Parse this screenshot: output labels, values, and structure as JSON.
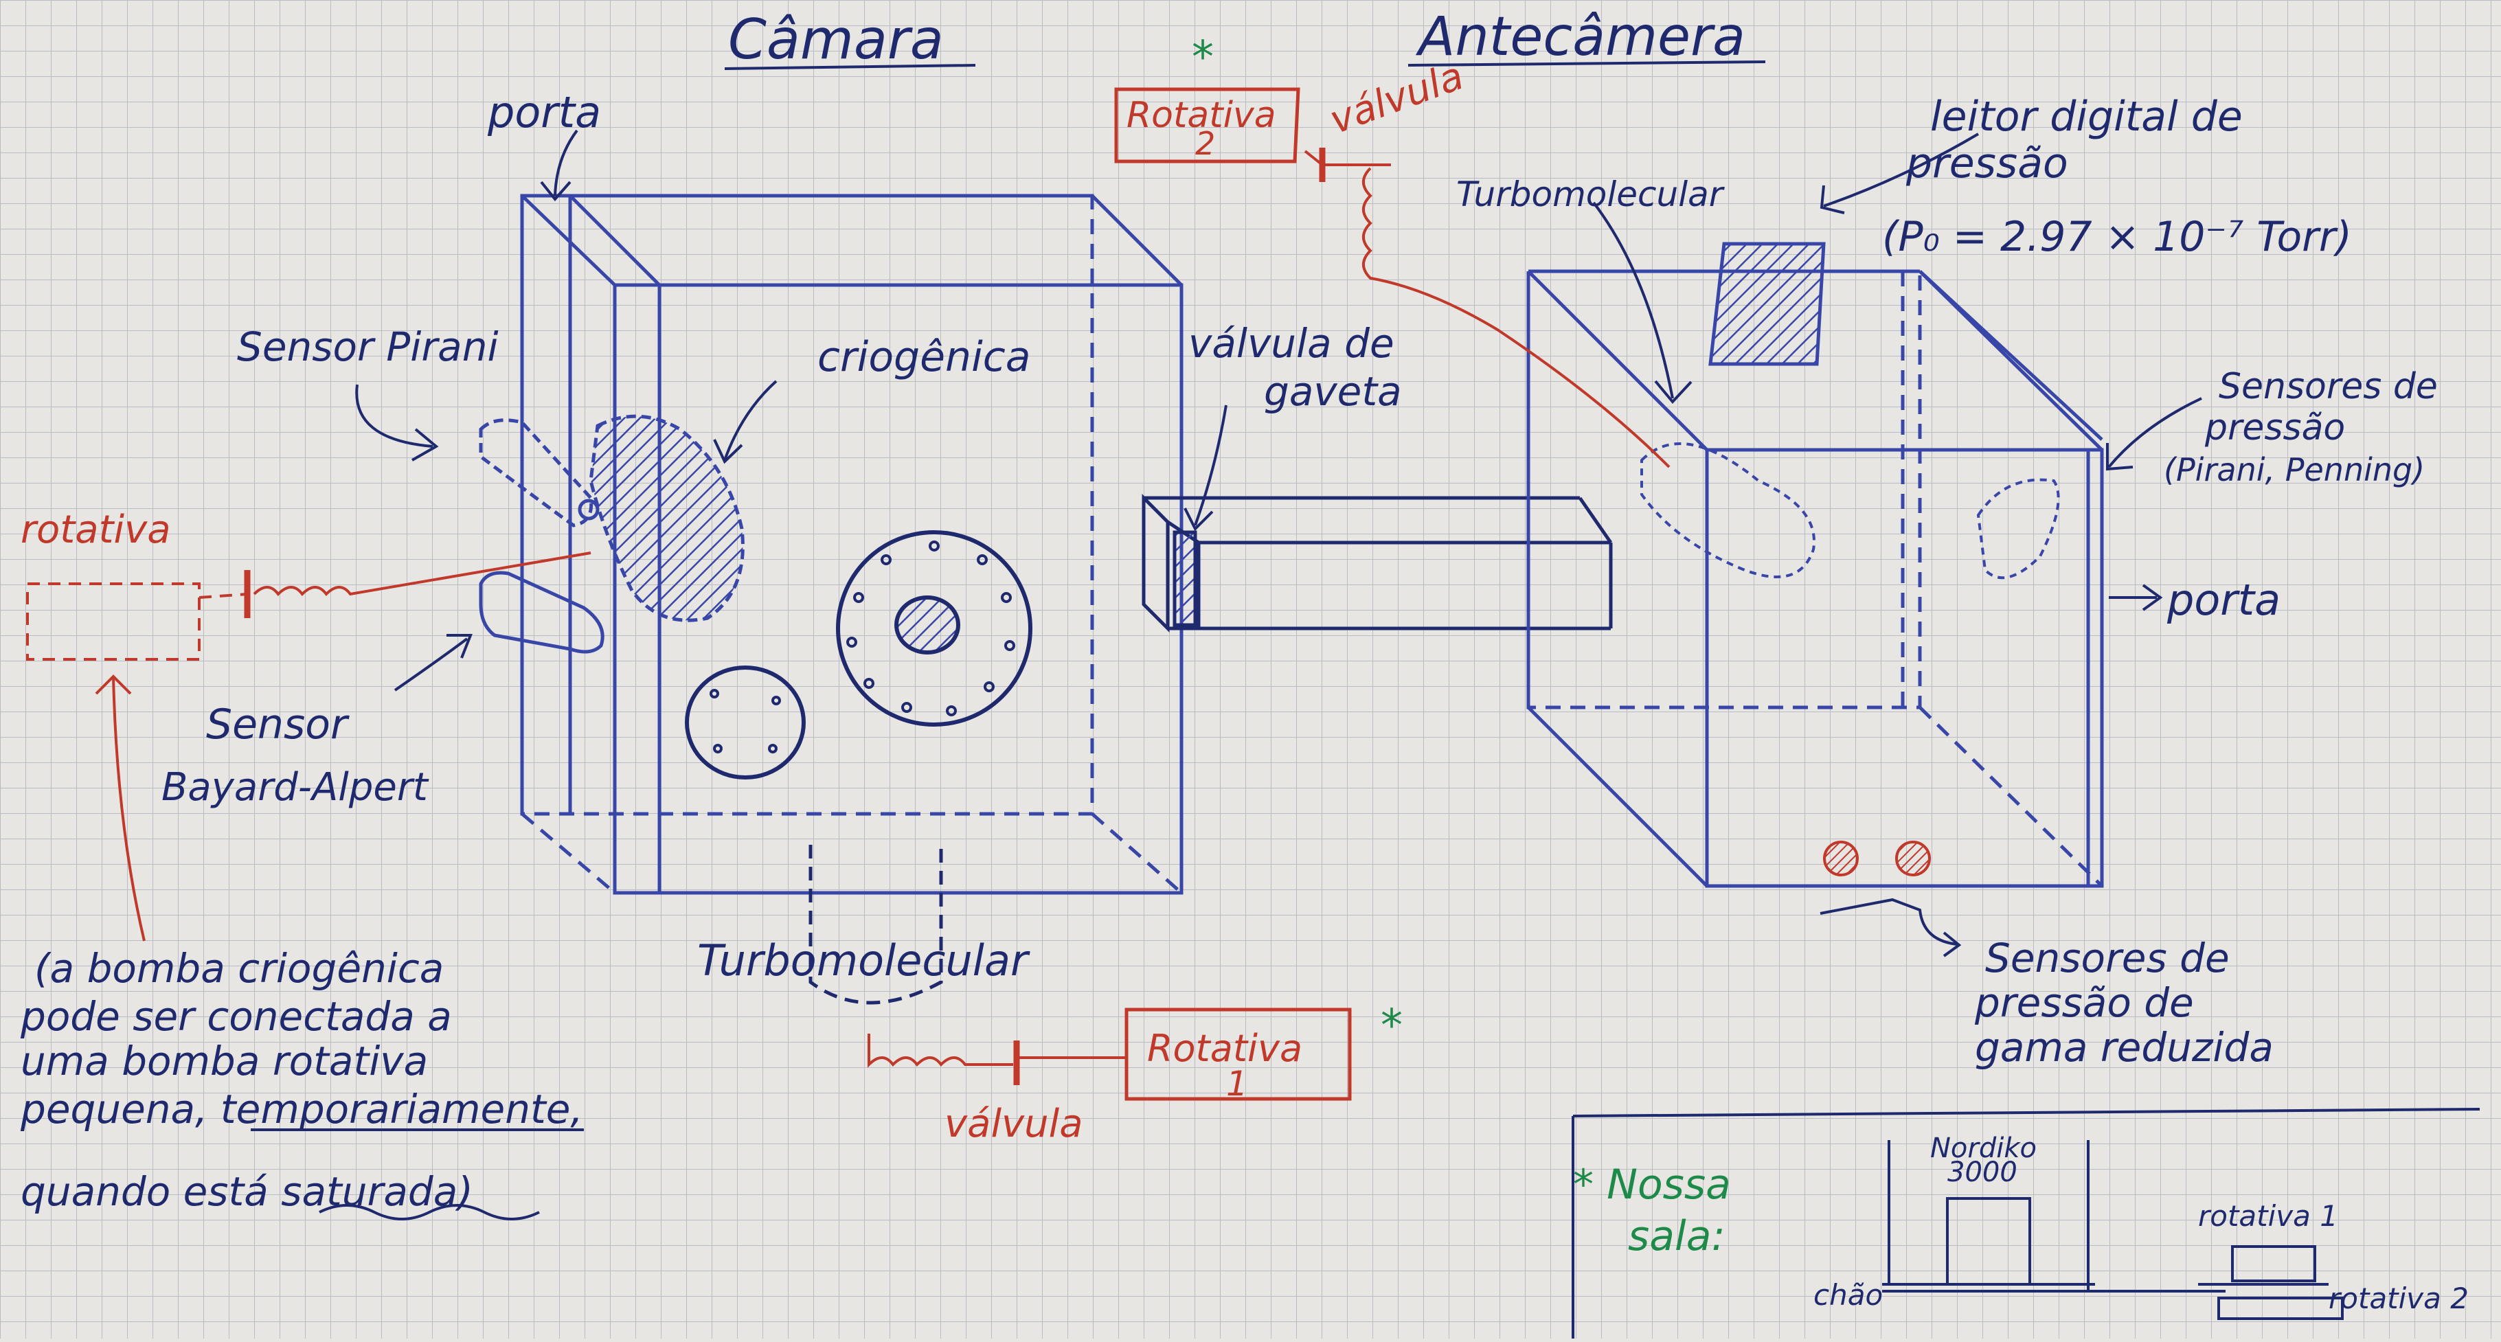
{
  "colors": {
    "paper": "#e8e6e2",
    "grid": "#b9bcc4",
    "ink_blue": "#1f2a6e",
    "ink_red": "#c0392b",
    "ink_green": "#1e8a4a",
    "drawing_blue": "#3846a8"
  },
  "headings": {
    "camera": "Câmara",
    "antechamber": "Antecâmera"
  },
  "camera": {
    "porta": "porta",
    "sensor_pirani": "Sensor Pirani",
    "criogenica": "criogênica",
    "valvula_gaveta_1": "válvula de",
    "valvula_gaveta_2": "gaveta",
    "rotativa_left": "rotativa",
    "sensor_bayard_1": "Sensor",
    "sensor_bayard_2": "Bayard-Alpert",
    "turbo_bottom": "Turbomolecular",
    "rotativa_1_a": "Rotativa",
    "rotativa_1_b": "1",
    "valvula_bottom": "válvula"
  },
  "top_pump": {
    "rotativa_2_a": "Rotativa",
    "rotativa_2_b": "2",
    "valvula": "válvula",
    "star": "*"
  },
  "antechamber": {
    "turbo": "Turbomolecular",
    "leitor_1": "leitor digital de",
    "leitor_2": "pressão",
    "leitor_3": "(P₀ = 2.97 × 10⁻⁷ Torr)",
    "sensores_1": "Sensores de",
    "sensores_2": "pressão",
    "sensores_3": "(Pirani, Penning)",
    "porta": "porta",
    "sensores_baixa_1": "Sensores de",
    "sensores_baixa_2": "pressão de",
    "sensores_baixa_3": "gama reduzida"
  },
  "note": {
    "line1": "(a bomba criogênica",
    "line2": "pode ser conectada a",
    "line3": "uma bomba rotativa",
    "line4": "pequena, temporariamente,",
    "line5": "quando está saturada)"
  },
  "inset": {
    "title_1": "* Nossa",
    "title_2": "sala:",
    "machine_1": "Nordiko",
    "machine_2": "3000",
    "rotativa_1": "rotativa 1",
    "rotativa_2": "rotativa 2",
    "chao": "chão"
  }
}
